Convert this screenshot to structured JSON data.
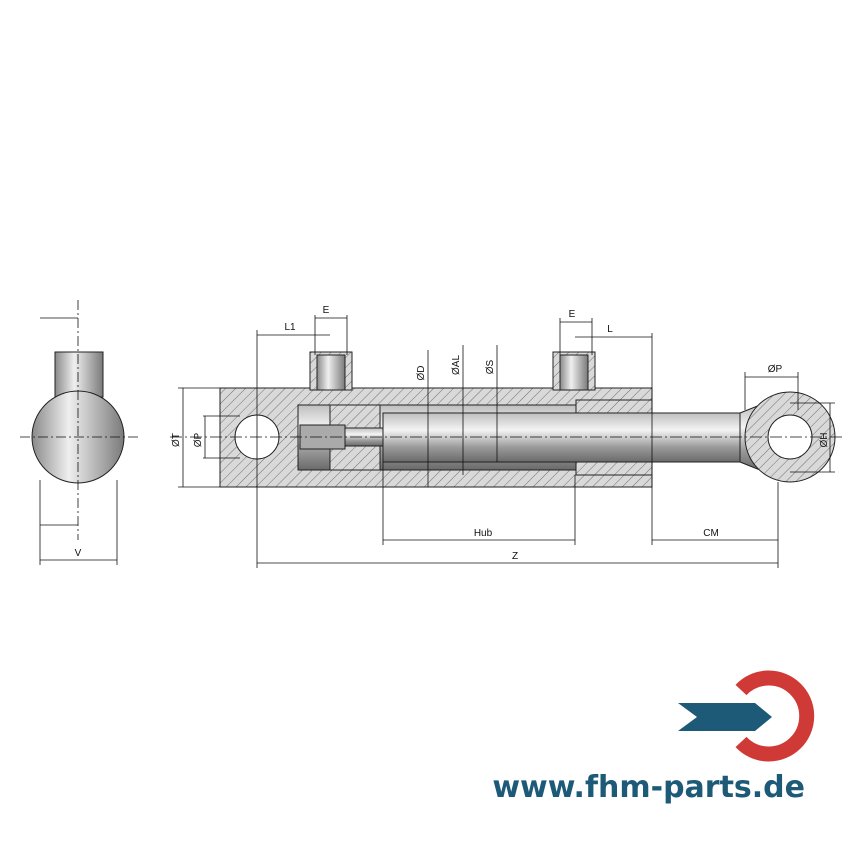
{
  "labels": {
    "V": "V",
    "L1": "L1",
    "E_left": "E",
    "E_right": "E",
    "L": "L",
    "OD": "ØD",
    "OAL": "ØAL",
    "OS": "ØS",
    "OT": "ØT",
    "OP_left": "ØP",
    "OP_eye": "ØP",
    "OH": "ØH",
    "Hub": "Hub",
    "CM": "CM",
    "Z": "Z"
  },
  "logo": {
    "url": "www.fhm-parts.de",
    "red": "#d03a36",
    "blue": "#1d5a78"
  }
}
